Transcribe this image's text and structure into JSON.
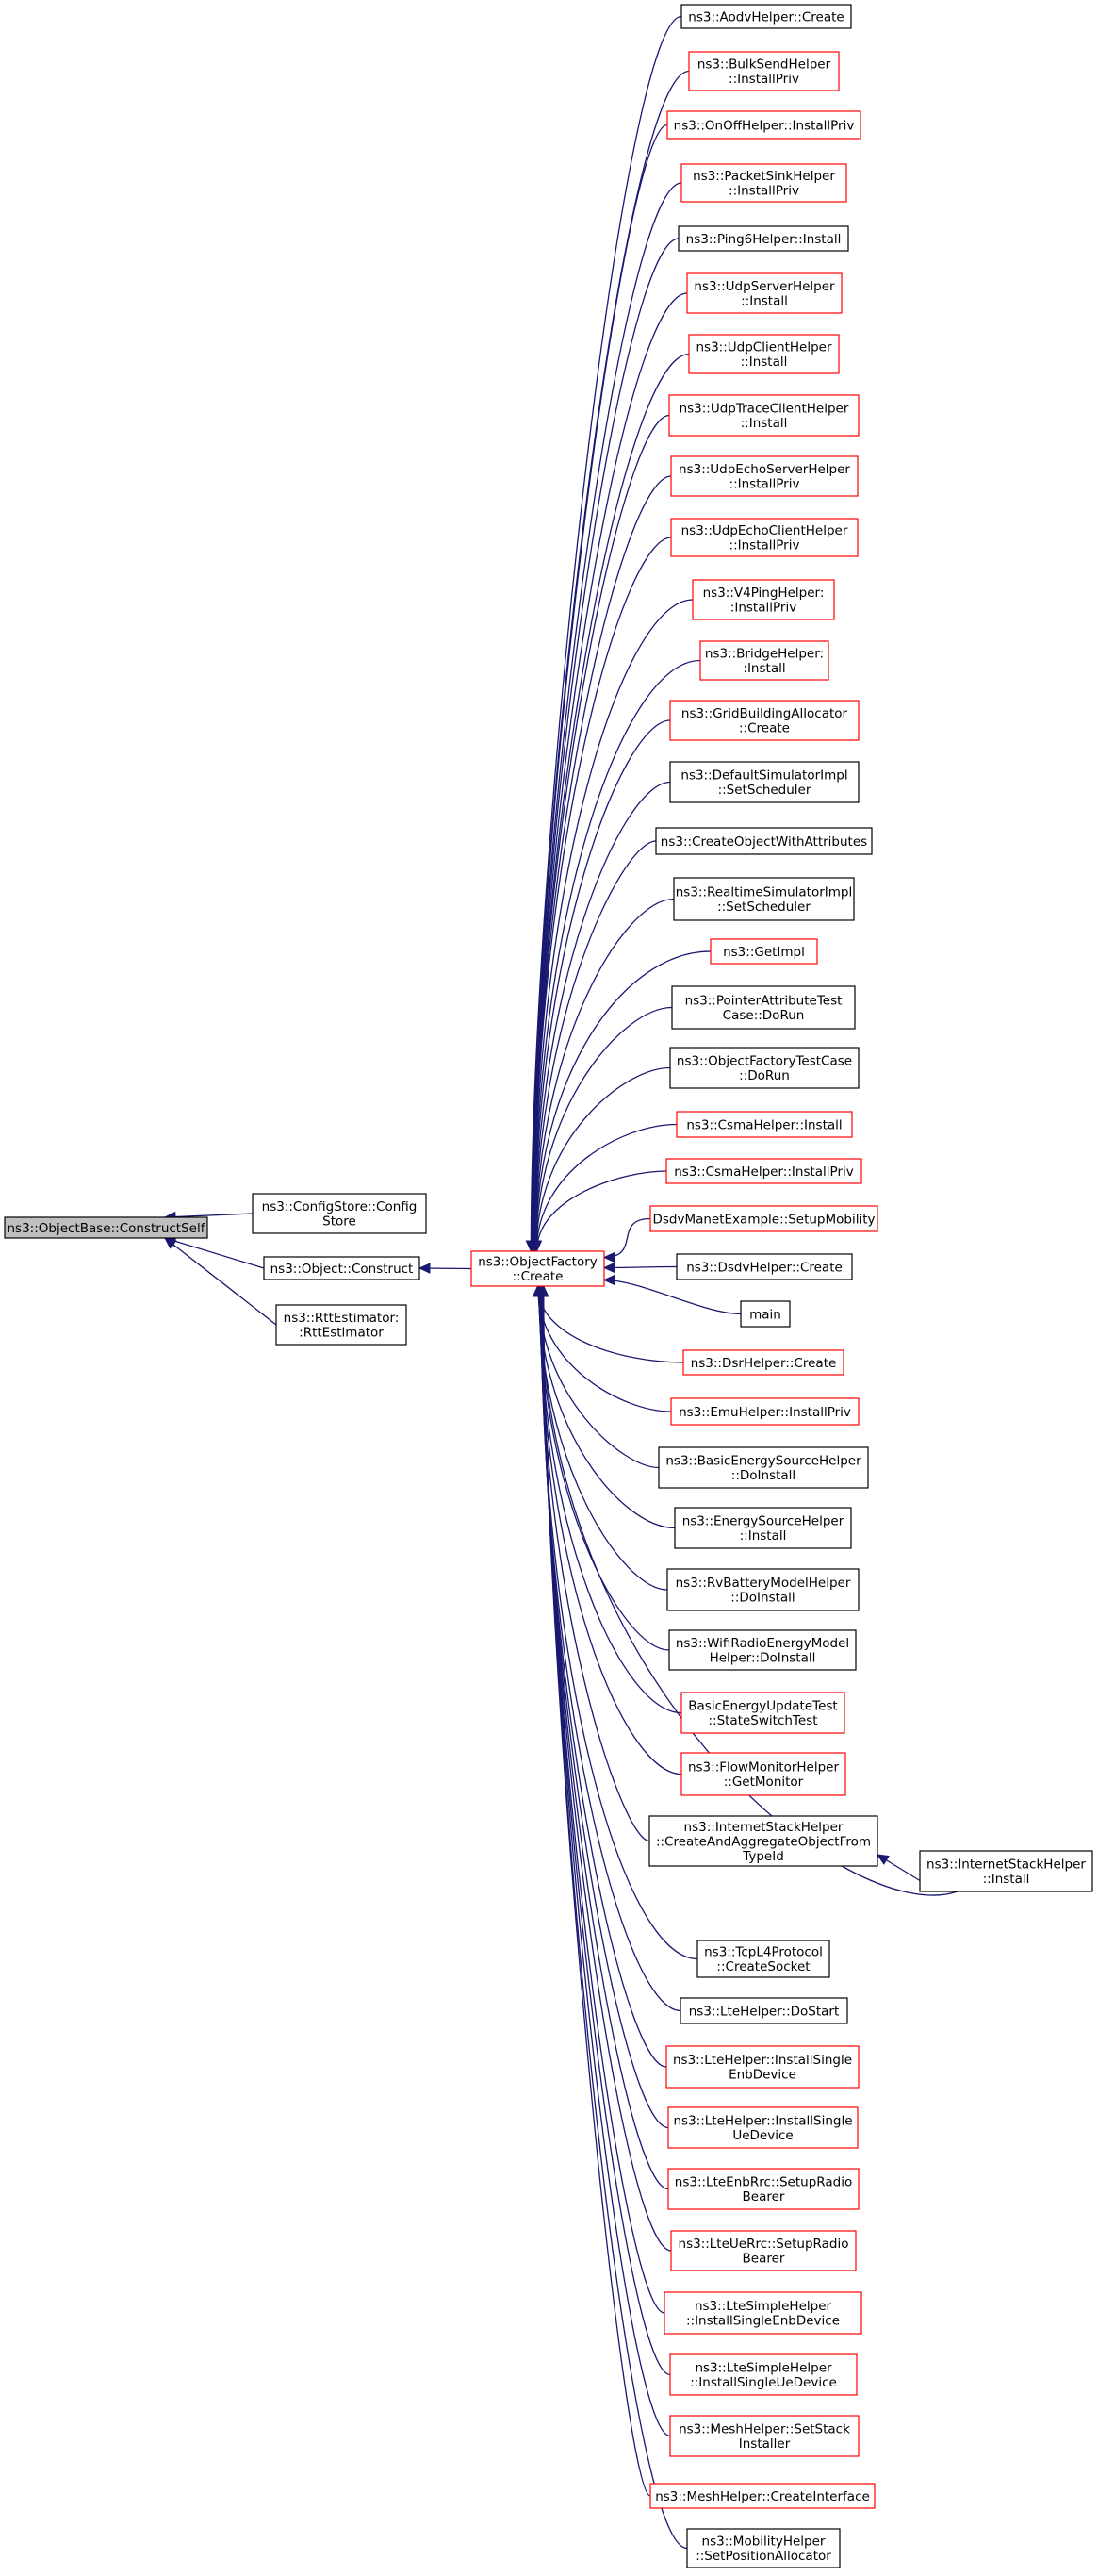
{
  "graph": {
    "root": "n0",
    "nodes": [
      {
        "id": "n0",
        "lines": [
          "ns3::ObjectBase::ConstructSelf"
        ],
        "border": "black",
        "fill": "gray"
      },
      {
        "id": "n1",
        "lines": [
          "ns3::ConfigStore::Config",
          "Store"
        ],
        "border": "black",
        "fill": "white"
      },
      {
        "id": "n2",
        "lines": [
          "ns3::Object::Construct"
        ],
        "border": "black",
        "fill": "white"
      },
      {
        "id": "n3",
        "lines": [
          "ns3::RttEstimator:",
          ":RttEstimator"
        ],
        "border": "black",
        "fill": "white"
      },
      {
        "id": "n4",
        "lines": [
          "ns3::ObjectFactory",
          "::Create"
        ],
        "border": "red",
        "fill": "white"
      },
      {
        "id": "c0",
        "lines": [
          "ns3::AodvHelper::Create"
        ],
        "border": "black",
        "fill": "white"
      },
      {
        "id": "c1",
        "lines": [
          "ns3::BulkSendHelper",
          "::InstallPriv"
        ],
        "border": "red",
        "fill": "white"
      },
      {
        "id": "c2",
        "lines": [
          "ns3::OnOffHelper::InstallPriv"
        ],
        "border": "red",
        "fill": "white"
      },
      {
        "id": "c3",
        "lines": [
          "ns3::PacketSinkHelper",
          "::InstallPriv"
        ],
        "border": "red",
        "fill": "white"
      },
      {
        "id": "c4",
        "lines": [
          "ns3::Ping6Helper::Install"
        ],
        "border": "black",
        "fill": "white"
      },
      {
        "id": "c5",
        "lines": [
          "ns3::UdpServerHelper",
          "::Install"
        ],
        "border": "red",
        "fill": "white"
      },
      {
        "id": "c6",
        "lines": [
          "ns3::UdpClientHelper",
          "::Install"
        ],
        "border": "red",
        "fill": "white"
      },
      {
        "id": "c7",
        "lines": [
          "ns3::UdpTraceClientHelper",
          "::Install"
        ],
        "border": "red",
        "fill": "white"
      },
      {
        "id": "c8",
        "lines": [
          "ns3::UdpEchoServerHelper",
          "::InstallPriv"
        ],
        "border": "red",
        "fill": "white"
      },
      {
        "id": "c9",
        "lines": [
          "ns3::UdpEchoClientHelper",
          "::InstallPriv"
        ],
        "border": "red",
        "fill": "white"
      },
      {
        "id": "c10",
        "lines": [
          "ns3::V4PingHelper:",
          ":InstallPriv"
        ],
        "border": "red",
        "fill": "white"
      },
      {
        "id": "c11",
        "lines": [
          "ns3::BridgeHelper:",
          ":Install"
        ],
        "border": "red",
        "fill": "white"
      },
      {
        "id": "c12",
        "lines": [
          "ns3::GridBuildingAllocator",
          "::Create"
        ],
        "border": "red",
        "fill": "white"
      },
      {
        "id": "c13",
        "lines": [
          "ns3::DefaultSimulatorImpl",
          "::SetScheduler"
        ],
        "border": "black",
        "fill": "white"
      },
      {
        "id": "c14",
        "lines": [
          "ns3::CreateObjectWithAttributes"
        ],
        "border": "black",
        "fill": "white"
      },
      {
        "id": "c15",
        "lines": [
          "ns3::RealtimeSimulatorImpl",
          "::SetScheduler"
        ],
        "border": "black",
        "fill": "white"
      },
      {
        "id": "c16",
        "lines": [
          "ns3::GetImpl"
        ],
        "border": "red",
        "fill": "white"
      },
      {
        "id": "c17",
        "lines": [
          "ns3::PointerAttributeTest",
          "Case::DoRun"
        ],
        "border": "black",
        "fill": "white"
      },
      {
        "id": "c18",
        "lines": [
          "ns3::ObjectFactoryTestCase",
          "::DoRun"
        ],
        "border": "black",
        "fill": "white"
      },
      {
        "id": "c19",
        "lines": [
          "ns3::CsmaHelper::Install"
        ],
        "border": "red",
        "fill": "white"
      },
      {
        "id": "c20",
        "lines": [
          "ns3::CsmaHelper::InstallPriv"
        ],
        "border": "red",
        "fill": "white"
      },
      {
        "id": "c21",
        "lines": [
          "DsdvManetExample::SetupMobility"
        ],
        "border": "red",
        "fill": "white"
      },
      {
        "id": "c22",
        "lines": [
          "ns3::DsdvHelper::Create"
        ],
        "border": "black",
        "fill": "white"
      },
      {
        "id": "c23",
        "lines": [
          "main"
        ],
        "border": "black",
        "fill": "white"
      },
      {
        "id": "c24",
        "lines": [
          "ns3::DsrHelper::Create"
        ],
        "border": "red",
        "fill": "white"
      },
      {
        "id": "c25",
        "lines": [
          "ns3::EmuHelper::InstallPriv"
        ],
        "border": "red",
        "fill": "white"
      },
      {
        "id": "c26",
        "lines": [
          "ns3::BasicEnergySourceHelper",
          "::DoInstall"
        ],
        "border": "black",
        "fill": "white"
      },
      {
        "id": "c27",
        "lines": [
          "ns3::EnergySourceHelper",
          "::Install"
        ],
        "border": "black",
        "fill": "white"
      },
      {
        "id": "c28",
        "lines": [
          "ns3::RvBatteryModelHelper",
          "::DoInstall"
        ],
        "border": "black",
        "fill": "white"
      },
      {
        "id": "c29",
        "lines": [
          "ns3::WifiRadioEnergyModel",
          "Helper::DoInstall"
        ],
        "border": "black",
        "fill": "white"
      },
      {
        "id": "c30",
        "lines": [
          "BasicEnergyUpdateTest",
          "::StateSwitchTest"
        ],
        "border": "red",
        "fill": "white"
      },
      {
        "id": "c31",
        "lines": [
          "ns3::FlowMonitorHelper",
          "::GetMonitor"
        ],
        "border": "red",
        "fill": "white"
      },
      {
        "id": "c32",
        "lines": [
          "ns3::InternetStackHelper",
          "::CreateAndAggregateObjectFrom",
          "TypeId"
        ],
        "border": "black",
        "fill": "white"
      },
      {
        "id": "c33",
        "lines": [
          "ns3::TcpL4Protocol",
          "::CreateSocket"
        ],
        "border": "black",
        "fill": "white"
      },
      {
        "id": "c34",
        "lines": [
          "ns3::LteHelper::DoStart"
        ],
        "border": "black",
        "fill": "white"
      },
      {
        "id": "c35",
        "lines": [
          "ns3::LteHelper::InstallSingle",
          "EnbDevice"
        ],
        "border": "red",
        "fill": "white"
      },
      {
        "id": "c36",
        "lines": [
          "ns3::LteHelper::InstallSingle",
          "UeDevice"
        ],
        "border": "red",
        "fill": "white"
      },
      {
        "id": "c37",
        "lines": [
          "ns3::LteEnbRrc::SetupRadio",
          "Bearer"
        ],
        "border": "red",
        "fill": "white"
      },
      {
        "id": "c38",
        "lines": [
          "ns3::LteUeRrc::SetupRadio",
          "Bearer"
        ],
        "border": "red",
        "fill": "white"
      },
      {
        "id": "c39",
        "lines": [
          "ns3::LteSimpleHelper",
          "::InstallSingleEnbDevice"
        ],
        "border": "red",
        "fill": "white"
      },
      {
        "id": "c40",
        "lines": [
          "ns3::LteSimpleHelper",
          "::InstallSingleUeDevice"
        ],
        "border": "red",
        "fill": "white"
      },
      {
        "id": "c41",
        "lines": [
          "ns3::MeshHelper::SetStack",
          "Installer"
        ],
        "border": "red",
        "fill": "white"
      },
      {
        "id": "c42",
        "lines": [
          "ns3::MeshHelper::CreateInterface"
        ],
        "border": "red",
        "fill": "white"
      },
      {
        "id": "c43",
        "lines": [
          "ns3::MobilityHelper",
          "::SetPositionAllocator"
        ],
        "border": "black",
        "fill": "white"
      },
      {
        "id": "c44",
        "lines": [
          "ns3::InternetStackHelper",
          "::Install"
        ],
        "border": "black",
        "fill": "white"
      }
    ],
    "edges": [
      {
        "from": "n1",
        "to": "n0"
      },
      {
        "from": "n2",
        "to": "n0"
      },
      {
        "from": "n3",
        "to": "n0"
      },
      {
        "from": "n4",
        "to": "n2"
      },
      {
        "from": "c0",
        "to": "n4"
      },
      {
        "from": "c1",
        "to": "n4"
      },
      {
        "from": "c2",
        "to": "n4"
      },
      {
        "from": "c3",
        "to": "n4"
      },
      {
        "from": "c4",
        "to": "n4"
      },
      {
        "from": "c5",
        "to": "n4"
      },
      {
        "from": "c6",
        "to": "n4"
      },
      {
        "from": "c7",
        "to": "n4"
      },
      {
        "from": "c8",
        "to": "n4"
      },
      {
        "from": "c9",
        "to": "n4"
      },
      {
        "from": "c10",
        "to": "n4"
      },
      {
        "from": "c11",
        "to": "n4"
      },
      {
        "from": "c12",
        "to": "n4"
      },
      {
        "from": "c13",
        "to": "n4"
      },
      {
        "from": "c14",
        "to": "n4"
      },
      {
        "from": "c15",
        "to": "n4"
      },
      {
        "from": "c16",
        "to": "n4"
      },
      {
        "from": "c17",
        "to": "n4"
      },
      {
        "from": "c18",
        "to": "n4"
      },
      {
        "from": "c19",
        "to": "n4"
      },
      {
        "from": "c20",
        "to": "n4"
      },
      {
        "from": "c21",
        "to": "n4"
      },
      {
        "from": "c22",
        "to": "n4"
      },
      {
        "from": "c23",
        "to": "n4"
      },
      {
        "from": "c24",
        "to": "n4"
      },
      {
        "from": "c25",
        "to": "n4"
      },
      {
        "from": "c26",
        "to": "n4"
      },
      {
        "from": "c27",
        "to": "n4"
      },
      {
        "from": "c28",
        "to": "n4"
      },
      {
        "from": "c29",
        "to": "n4"
      },
      {
        "from": "c30",
        "to": "n4"
      },
      {
        "from": "c31",
        "to": "n4"
      },
      {
        "from": "c32",
        "to": "n4"
      },
      {
        "from": "c33",
        "to": "n4"
      },
      {
        "from": "c34",
        "to": "n4"
      },
      {
        "from": "c35",
        "to": "n4"
      },
      {
        "from": "c36",
        "to": "n4"
      },
      {
        "from": "c37",
        "to": "n4"
      },
      {
        "from": "c38",
        "to": "n4"
      },
      {
        "from": "c39",
        "to": "n4"
      },
      {
        "from": "c40",
        "to": "n4"
      },
      {
        "from": "c41",
        "to": "n4"
      },
      {
        "from": "c42",
        "to": "n4"
      },
      {
        "from": "c43",
        "to": "n4"
      },
      {
        "from": "c44",
        "to": "n4"
      },
      {
        "from": "c44",
        "to": "c32"
      }
    ]
  },
  "colors": {
    "edge": "#191970",
    "red_border": "#ff0000",
    "black_border": "#000000",
    "root_fill": "#bfbfbf",
    "node_fill": "#ffffff"
  }
}
